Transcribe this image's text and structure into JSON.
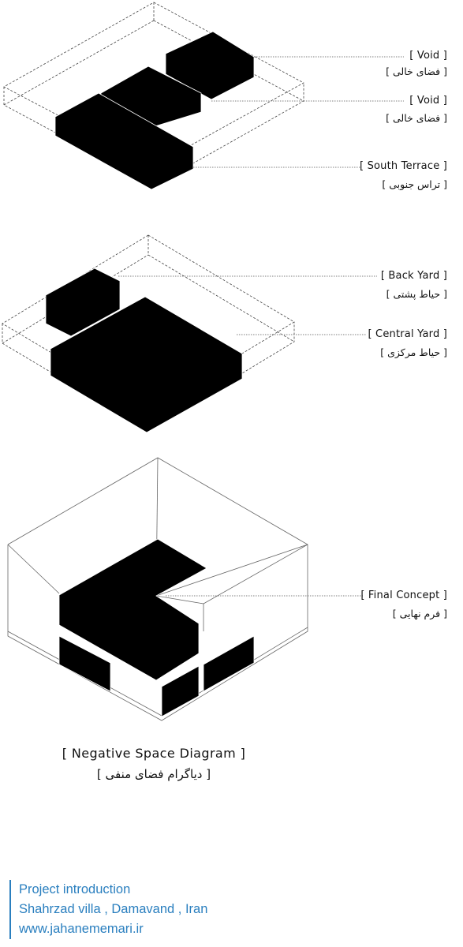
{
  "labels": [
    {
      "en": "[  Void  ]",
      "fa": "[ فضای خالی ]"
    },
    {
      "en": "[  Void  ]",
      "fa": "[ فضای خالی ]"
    },
    {
      "en": "[  South Terrace  ]",
      "fa": "[ تراس جنوبی ]"
    },
    {
      "en": "[  Back Yard  ]",
      "fa": "[ حیاط پشتی ]"
    },
    {
      "en": "[  Central Yard  ]",
      "fa": "[ حیاط مرکزی ]"
    },
    {
      "en": "[  Final Concept  ]",
      "fa": "[ فرم نهایی ]"
    }
  ],
  "caption": {
    "en": "[  Negative Space Diagram  ]",
    "fa": "[ دیاگرام فضای منفی ]"
  },
  "credits": {
    "line1": "Project introduction",
    "line2": "Shahrzad villa , Damavand , Iran",
    "line3": "www.jahanememari.ir"
  },
  "colors": {
    "accent": "#2a7fbf",
    "mass": "#000000",
    "outline": "#555555"
  }
}
